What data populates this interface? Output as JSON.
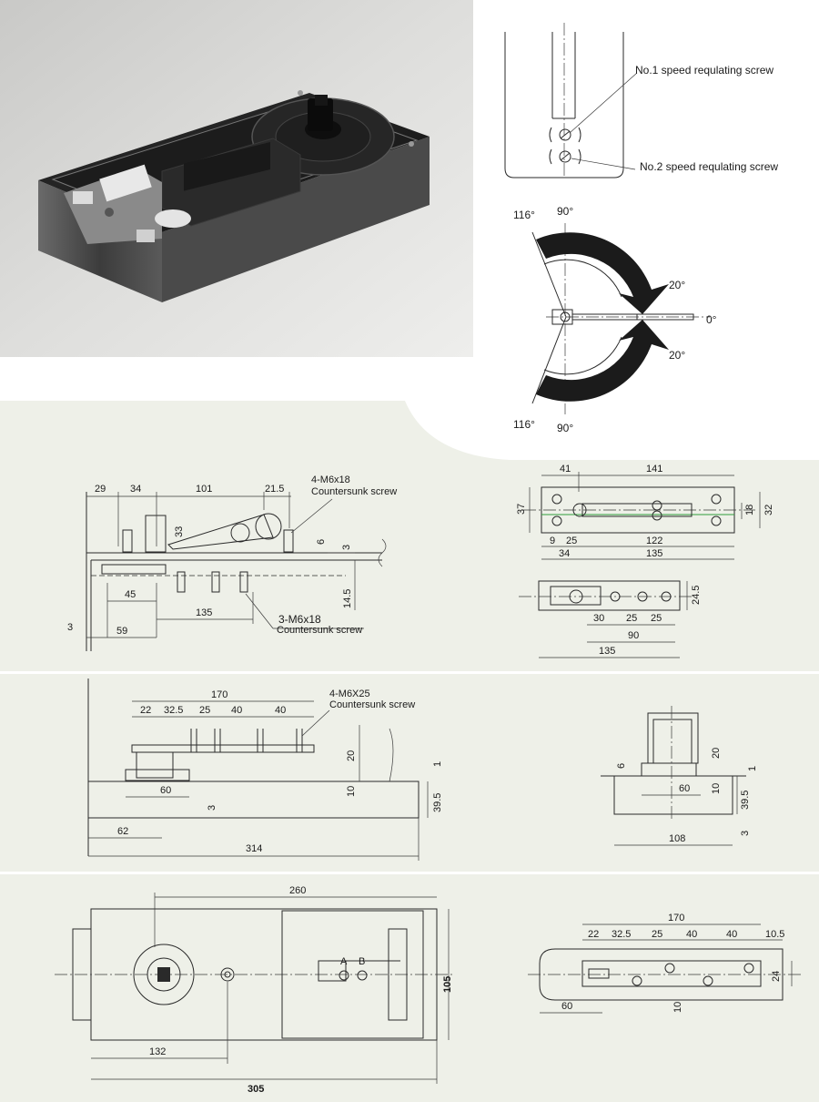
{
  "speed_screws": {
    "screw1": "No.1 speed requlating screw",
    "screw2": "No.2 speed requlating screw"
  },
  "angles": {
    "top_116": "116°",
    "top_90": "90°",
    "upper_20": "20°",
    "zero": "0°",
    "lower_20": "20°",
    "bottom_116": "116°",
    "bottom_90": "90°"
  },
  "side_view": {
    "d29": "29",
    "d34": "34",
    "d101": "101",
    "d21_5": "21.5",
    "screw_top_a": "4-M6x18",
    "screw_top_b": "Countersunk screw",
    "d33": "33",
    "d6": "6",
    "d3r": "3",
    "d14_5": "14.5",
    "d45": "45",
    "d135": "135",
    "d3l": "3",
    "d59": "59",
    "screw_bot_a": "3-M6x18",
    "screw_bot_b": "Countersunk screw"
  },
  "plate_view": {
    "d41": "41",
    "d141": "141",
    "d37": "37",
    "d18": "18",
    "d32": "32",
    "d9": "9",
    "d25": "25",
    "d122": "122",
    "d34": "34",
    "d135": "135"
  },
  "bracket_view": {
    "d24_5": "24.5",
    "d30": "30",
    "d25a": "25",
    "d25b": "25",
    "d90": "90",
    "d135": "135"
  },
  "front_view": {
    "d170": "170",
    "screw_a": "4-M6X25",
    "screw_b": "Countersunk screw",
    "d22": "22",
    "d32_5": "32.5",
    "d25": "25",
    "d40a": "40",
    "d40b": "40",
    "d20": "20",
    "d1": "1",
    "d60": "60",
    "d10": "10",
    "d39_5": "39.5",
    "d3": "3",
    "d62": "62",
    "d314": "314"
  },
  "end_view": {
    "d6": "6",
    "d20": "20",
    "d1": "1",
    "d60": "60",
    "d10": "10",
    "d39_5": "39.5",
    "d108": "108",
    "d3": "3"
  },
  "top_view": {
    "d260": "260",
    "label_a": "A",
    "label_b": "B",
    "d105": "105",
    "d132": "132",
    "d305": "305"
  },
  "cover_view": {
    "d170": "170",
    "d22": "22",
    "d32_5": "32.5",
    "d25": "25",
    "d40a": "40",
    "d40b": "40",
    "d10_5": "10.5",
    "d24": "24",
    "d60": "60",
    "d10": "10"
  }
}
